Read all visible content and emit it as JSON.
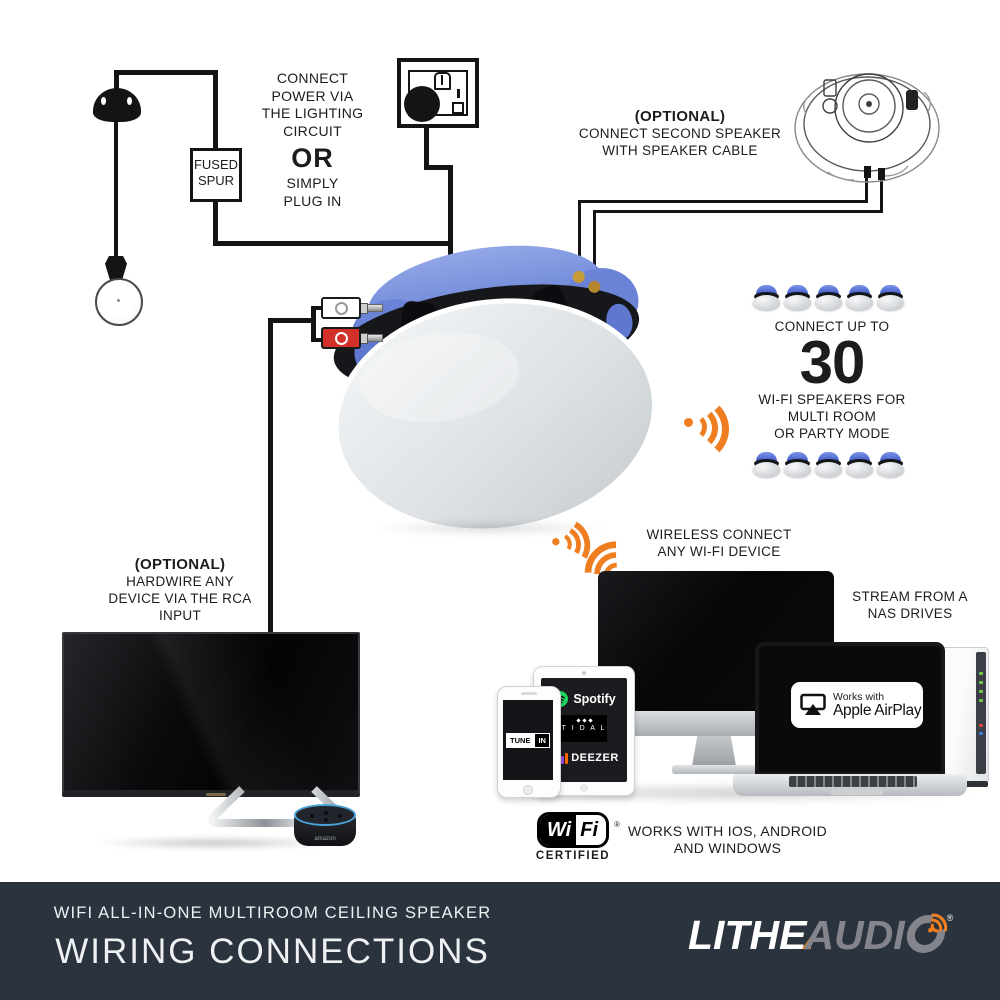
{
  "colors": {
    "orange": "#EE7E1F",
    "footer_bg": "#2B343E",
    "speaker_blue": "#7189D9",
    "spotify_green": "#1ED760",
    "echo_ring": "#4AA3D8"
  },
  "annotations": {
    "power": {
      "l1": "CONNECT",
      "l2": "POWER VIA",
      "l3": "THE LIGHTING",
      "l4": "CIRCUIT",
      "or": "OR",
      "l5": "SIMPLY",
      "l6": "PLUG IN"
    },
    "fused_spur": {
      "l1": "FUSED",
      "l2": "SPUR"
    },
    "second_speaker": {
      "title": "(OPTIONAL)",
      "l1": "CONNECT SECOND SPEAKER",
      "l2": "WITH SPEAKER CABLE"
    },
    "multi_room": {
      "pre": "CONNECT UP TO",
      "number": "30",
      "l1": "WI-FI SPEAKERS FOR",
      "l2": "MULTI ROOM",
      "l3": "OR PARTY MODE"
    },
    "wireless": {
      "l1": "WIRELESS CONNECT",
      "l2": "ANY WI-FI DEVICE"
    },
    "rca": {
      "title": "(OPTIONAL)",
      "l1": "HARDWIRE ANY",
      "l2": "DEVICE VIA THE RCA",
      "l3": "INPUT"
    },
    "nas": {
      "l1": "STREAM FROM A",
      "l2": "NAS DRIVES"
    },
    "os_support": {
      "l1": "WORKS WITH IOS, ANDROID",
      "l2": "AND WINDOWS"
    }
  },
  "logos": {
    "wifi_certified": {
      "wi": "Wi",
      "fi": "Fi",
      "reg": "®",
      "sub": "CERTIFIED"
    },
    "tunein": {
      "tune": "TUNE",
      "in": "IN"
    },
    "spotify": "Spotify",
    "tidal": "T I D A L",
    "deezer": "DEEZER",
    "airplay": {
      "l1": "Works with",
      "l2": "Apple AirPlay"
    },
    "amazon": "amazon"
  },
  "footer": {
    "subtitle": "WIFI ALL-IN-ONE MULTIROOM CEILING SPEAKER",
    "title": "WIRING CONNECTIONS",
    "brand_lithe": "LITHE",
    "brand_audio": "AUDI",
    "brand_o_reg": "®"
  }
}
